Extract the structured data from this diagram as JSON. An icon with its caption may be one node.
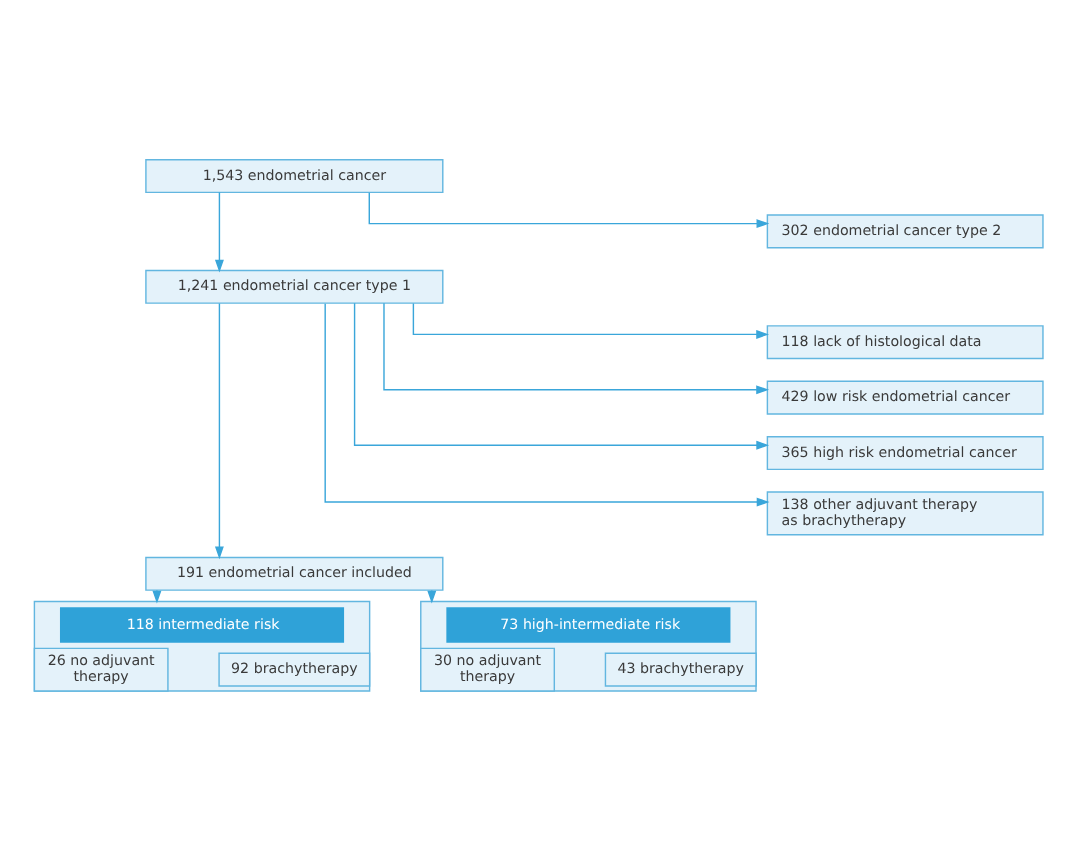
{
  "diagram": {
    "nodes": [
      {
        "text": [
          "1,543 endometrial cancer"
        ]
      },
      {
        "text": [
          "302 endometrial cancer type 2"
        ]
      },
      {
        "text": [
          "1,241 endometrial cancer type 1"
        ]
      },
      {
        "text": [
          "118 lack of histological data"
        ]
      },
      {
        "text": [
          "429 low risk endometrial cancer"
        ]
      },
      {
        "text": [
          "365 high risk endometrial cancer"
        ]
      },
      {
        "text": [
          "138 other adjuvant therapy as brachytherapy"
        ]
      },
      {
        "text": [
          "191 endometrial cancer included"
        ]
      },
      {
        "text": [
          "118 intermediate risk"
        ]
      },
      {
        "text": [
          "26 no adjuvant therapy"
        ],
        "in": 8
      },
      {
        "text": [
          "92 brachytherapy"
        ],
        "in": 8
      },
      {
        "text": [
          "73 high-intermediate risk"
        ]
      },
      {
        "text": [
          "30 no adjuvant therapy"
        ],
        "in": 11
      },
      {
        "text": [
          "43 brachytherapy"
        ],
        "in": 11
      }
    ],
    "edges": [
      {
        "from": 0,
        "to": 1,
        "arrow": "to"
      },
      {
        "from": 0,
        "to": 2,
        "arrow": "to"
      },
      {
        "from": 2,
        "to": 3,
        "arrow": "to"
      },
      {
        "from": 2,
        "to": 4,
        "arrow": "to"
      },
      {
        "from": 2,
        "to": 5,
        "arrow": "to"
      },
      {
        "from": 2,
        "to": 6,
        "arrow": "to"
      },
      {
        "from": 2,
        "to": 7,
        "arrow": "to"
      },
      {
        "from": 7,
        "to": 8,
        "arrow": "to"
      },
      {
        "from": 7,
        "to": 11,
        "arrow": "to"
      }
    ]
  }
}
